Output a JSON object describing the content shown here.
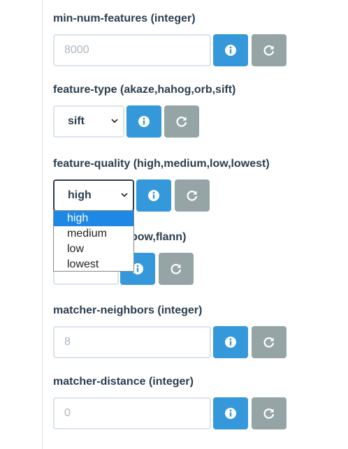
{
  "fields": [
    {
      "label": "min-num-features (integer)",
      "kind": "text",
      "value": "8000"
    },
    {
      "label": "feature-type (akaze,hahog,orb,sift)",
      "kind": "select",
      "value": "sift"
    },
    {
      "label": "feature-quality (high,medium,low,lowest)",
      "kind": "select",
      "value": "high",
      "focused": true
    },
    {
      "label": "matcher-type (bow,flann)",
      "label_visible_part": "bow,flann)",
      "kind": "select",
      "value": ""
    },
    {
      "label": "matcher-neighbors (integer)",
      "kind": "text",
      "value": "8"
    },
    {
      "label": "matcher-distance (integer)",
      "kind": "text",
      "value": "0"
    }
  ],
  "dropdown": {
    "options": [
      "high",
      "medium",
      "low",
      "lowest"
    ],
    "selected": "high"
  },
  "icons": {
    "info": "info-circle-icon",
    "reset": "refresh-icon"
  },
  "colors": {
    "info": "#3498db",
    "reset": "#95a5a6",
    "highlight": "#1e88e5",
    "text": "#2c3e50"
  }
}
